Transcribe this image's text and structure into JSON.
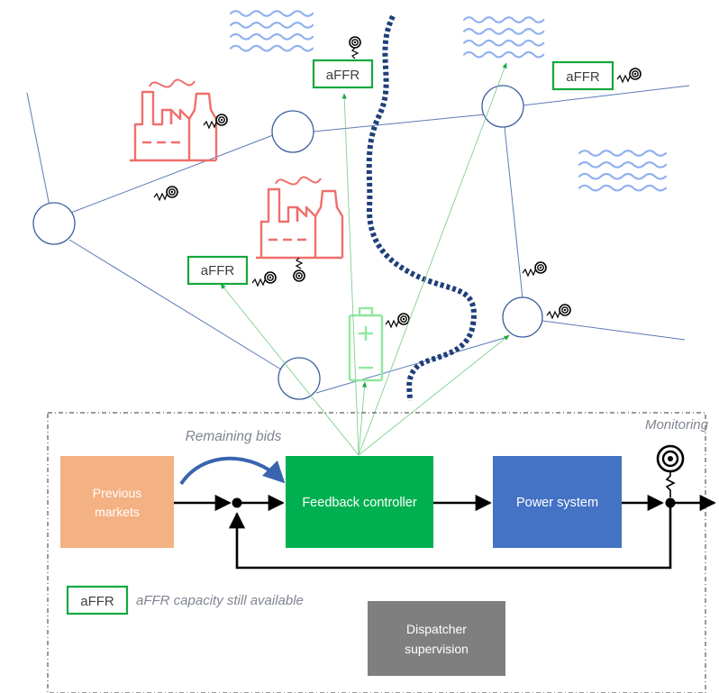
{
  "grid": {
    "affr_boxes": [
      {
        "label": "aFFR"
      },
      {
        "label": "aFFR"
      },
      {
        "label": "aFFR"
      }
    ]
  },
  "controls": {
    "remaining_bids": "Remaining bids",
    "monitoring": "Monitoring",
    "previous_markets_line1": "Previous",
    "previous_markets_line2": "markets",
    "feedback_controller": "Feedback controller",
    "power_system": "Power system",
    "dispatcher_line1": "Dispatcher",
    "dispatcher_line2": "supervision"
  },
  "legend": {
    "box_label": "aFFR",
    "text": "aFFR capacity still available"
  },
  "colors": {
    "grid_line": "#5b7ab8",
    "node": "#3d5f9e",
    "factory": "#ef6f6c",
    "water": "#8fb0f0",
    "border": "#1f3f7a",
    "affr_green": "#14a83c",
    "signal_green": "#7fd08f",
    "battery": "#8fe89f",
    "previous_markets": "#f4b183",
    "feedback_controller": "#00b050",
    "power_system": "#4472c4",
    "dispatcher": "#7f7f7f",
    "label_gray": "#7f8590"
  },
  "icons": [
    "factory-icon",
    "water-waves-icon",
    "antenna-icon",
    "battery-icon",
    "national-border-line"
  ]
}
